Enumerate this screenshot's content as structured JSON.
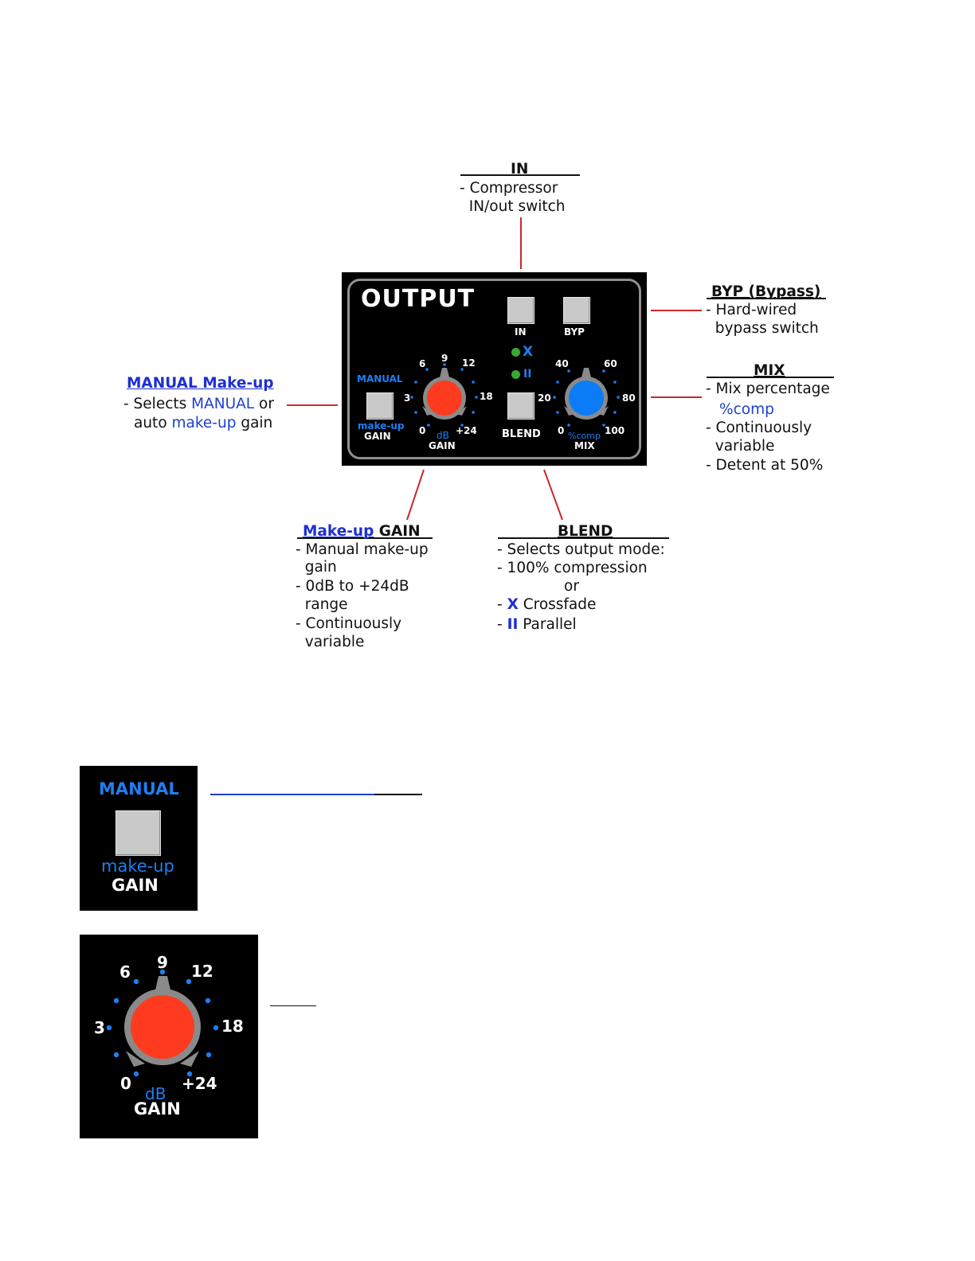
{
  "in_callout": {
    "title": "IN",
    "lines": [
      "- Compressor",
      "  IN/out switch"
    ]
  },
  "byp_callout": {
    "title": "BYP (Bypass)",
    "lines": [
      "- Hard-wired",
      "  bypass switch"
    ]
  },
  "mix_callout": {
    "title": "MIX",
    "line1": "- Mix percentage",
    "line2": "%comp",
    "line3": "- Continuously",
    "line4": "  variable",
    "line5": "- Detent at 50%"
  },
  "manual_callout": {
    "title": "MANUAL Make-up",
    "l1_a": "- Selects ",
    "l1_b": "MANUAL",
    "l1_c": " or",
    "l2_a": "auto ",
    "l2_b": "make-up",
    "l2_c": " gain"
  },
  "gain_callout": {
    "title_a": "Make-up",
    "title_b": " GAIN",
    "lines": [
      "- Manual make-up",
      "  gain",
      "- 0dB to +24dB",
      "  range",
      "- Continuously",
      "  variable"
    ]
  },
  "blend_callout": {
    "title": "BLEND",
    "l1": "- Selects output mode:",
    "l2": "- 100% compression",
    "l3": "or",
    "l4_a": "- ",
    "l4_b": "X",
    "l4_c": " Crossfade",
    "l5_a": "- ",
    "l5_b": "II",
    "l5_c": " Parallel"
  },
  "panel": {
    "title": "OUTPUT",
    "in_label": "IN",
    "byp_label": "BYP",
    "manual_label": "MANUAL",
    "makeup_label": "make-up",
    "gain_label": "GAIN",
    "blend_label": "BLEND",
    "x_glyph": "X",
    "ii_glyph": "II",
    "gain_knob": {
      "ticks": [
        "0",
        "3",
        "6",
        "9",
        "12",
        "18",
        "+24"
      ],
      "unit": "dB",
      "label": "GAIN",
      "color": "#ff3b1f"
    },
    "mix_knob": {
      "ticks": [
        "0",
        "20",
        "40",
        "60",
        "80",
        "100"
      ],
      "unit": "%comp",
      "label": "MIX",
      "color": "#0b7cf5"
    },
    "led_color": "#3aa832"
  },
  "detail_manual": {
    "manual": "MANUAL",
    "makeup": "make-up",
    "gain": "GAIN"
  },
  "detail_gain": {
    "ticks": [
      "0",
      "3",
      "6",
      "9",
      "12",
      "18",
      "+24"
    ],
    "unit": "dB",
    "label": "GAIN"
  },
  "colors": {
    "callout_line": "#c8282d",
    "blue_text": "#1f3fd0",
    "panel_blue": "#1f7ef0"
  }
}
